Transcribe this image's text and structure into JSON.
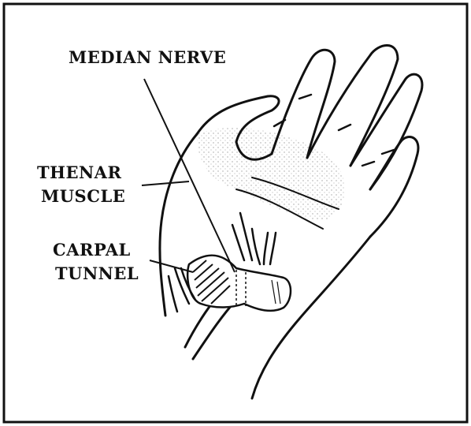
{
  "labels": {
    "median_nerve": "MEDIAN NERVE",
    "thenar_line1": "THENAR",
    "thenar_line2": "MUSCLE",
    "carpal_line1": "CARPAL",
    "carpal_line2": "TUNNEL"
  },
  "colors": {
    "ink": "#111111",
    "background": "#ffffff",
    "palm_shading": "#c8c8c8"
  }
}
